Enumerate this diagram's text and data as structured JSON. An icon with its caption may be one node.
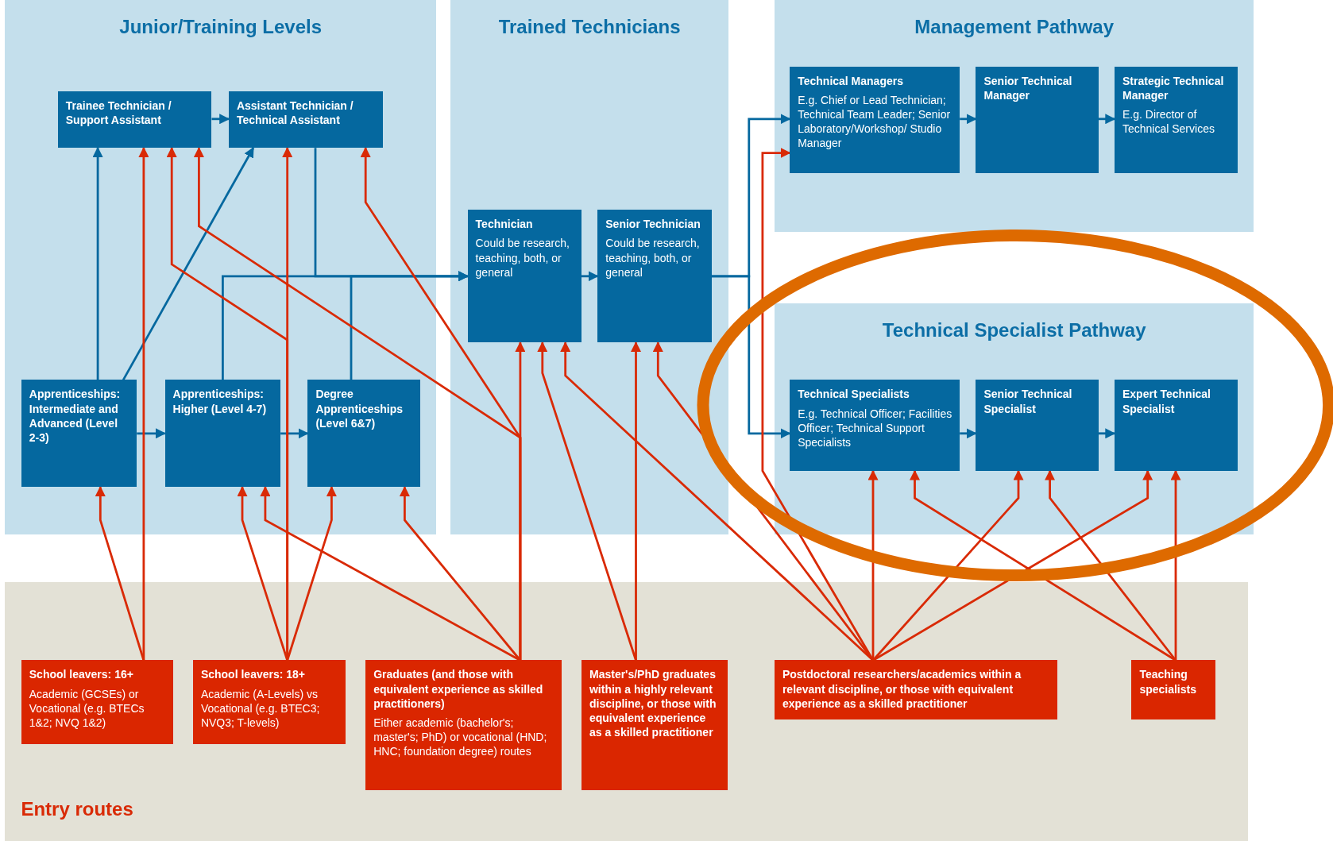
{
  "diagram": {
    "nodes": [
      {
        "text": [
          "Junior/Training Levels"
        ]
      },
      {
        "text": [
          "Trainee Technician / Support Assistant"
        ],
        "in": 0
      },
      {
        "text": [
          "Assistant Technician / Technical Assistant"
        ],
        "in": 0
      },
      {
        "text": [
          "Apprenticeships: Intermediate and Advanced (Level 2-3)"
        ],
        "in": 0
      },
      {
        "text": [
          "Apprenticeships: Higher (Level 4-7)"
        ],
        "in": 0
      },
      {
        "text": [
          "Degree Apprenticeships (Level 6&7)"
        ],
        "in": 0
      },
      {
        "text": [
          "Trained Technicians"
        ]
      },
      {
        "text": [
          "Technician",
          "Could be research, teaching, both, or general"
        ],
        "in": 6
      },
      {
        "text": [
          "Senior Technician",
          "Could be research, teaching, both, or general"
        ],
        "in": 6
      },
      {
        "text": [
          "Management Pathway"
        ]
      },
      {
        "text": [
          "Technical Managers",
          "E.g. Chief or Lead Technician; Technical Team Leader; Senior Laboratory/Workshop/ Studio Manager"
        ],
        "in": 9
      },
      {
        "text": [
          "Senior Technical Manager"
        ],
        "in": 9
      },
      {
        "text": [
          "Strategic Technical Manager",
          "E.g. Director of Technical Services"
        ],
        "in": 9
      },
      {
        "text": [
          "Technical Specialist Pathway"
        ]
      },
      {
        "text": [
          "Technical Specialists",
          "E.g. Technical Officer; Facilities Officer; Technical Support Specialists"
        ],
        "in": 13
      },
      {
        "text": [
          "Senior Technical Specialist"
        ],
        "in": 13
      },
      {
        "text": [
          "Expert Technical Specialist"
        ],
        "in": 13
      },
      {
        "text": [
          "Entry routes"
        ]
      },
      {
        "text": [
          "School leavers: 16+",
          "Academic (GCSEs) or Vocational (e.g. BTECs 1&2; NVQ 1&2)"
        ],
        "in": 17
      },
      {
        "text": [
          "School leavers: 18+",
          "Academic (A-Levels) vs Vocational (e.g. BTEC3; NVQ3; T-levels)"
        ],
        "in": 17
      },
      {
        "text": [
          "Graduates (and those with equivalent experience as skilled practitioners)",
          "Either academic (bachelor's; master's; PhD) or vocational (HND; HNC; foundation degree) routes"
        ],
        "in": 17
      },
      {
        "text": [
          "Master's/PhD graduates within a highly relevant discipline, or those with equivalent experience as a skilled practitioner"
        ],
        "in": 17
      },
      {
        "text": [
          "Postdoctoral researchers/academics within a relevant discipline, or those with equivalent experience as a skilled practitioner"
        ],
        "in": 17
      },
      {
        "text": [
          "Teaching specialists"
        ],
        "in": 17
      }
    ],
    "edges": [
      {
        "from": 1,
        "to": 2,
        "arrow": "to",
        "color": "#05689f"
      },
      {
        "from": 3,
        "to": 1,
        "arrow": "to",
        "color": "#05689f"
      },
      {
        "from": 3,
        "to": 2,
        "arrow": "to",
        "color": "#05689f"
      },
      {
        "from": 3,
        "to": 4,
        "arrow": "to",
        "color": "#05689f"
      },
      {
        "from": 4,
        "to": 5,
        "arrow": "to",
        "color": "#05689f"
      },
      {
        "from": 4,
        "to": 7,
        "arrow": "to",
        "color": "#05689f"
      },
      {
        "from": 2,
        "to": 7,
        "arrow": "to",
        "color": "#05689f"
      },
      {
        "from": 5,
        "to": 7,
        "arrow": "to",
        "color": "#05689f"
      },
      {
        "from": 7,
        "to": 8,
        "arrow": "to",
        "color": "#05689f"
      },
      {
        "from": 8,
        "to": 10,
        "arrow": "to",
        "color": "#05689f"
      },
      {
        "from": 8,
        "to": 14,
        "arrow": "to",
        "color": "#05689f"
      },
      {
        "from": 10,
        "to": 11,
        "arrow": "to",
        "color": "#05689f"
      },
      {
        "from": 11,
        "to": 12,
        "arrow": "to",
        "color": "#05689f"
      },
      {
        "from": 14,
        "to": 15,
        "arrow": "to",
        "color": "#05689f"
      },
      {
        "from": 15,
        "to": 16,
        "arrow": "to",
        "color": "#05689f"
      },
      {
        "from": 18,
        "to": 3,
        "arrow": "to"
      },
      {
        "from": 18,
        "to": 1,
        "arrow": "to"
      },
      {
        "from": 19,
        "to": 1,
        "arrow": "to"
      },
      {
        "from": 19,
        "to": 2,
        "arrow": "to"
      },
      {
        "from": 19,
        "to": 4,
        "arrow": "to"
      },
      {
        "from": 19,
        "to": 5,
        "arrow": "to"
      },
      {
        "from": 20,
        "to": 1,
        "arrow": "to"
      },
      {
        "from": 20,
        "to": 2,
        "arrow": "to"
      },
      {
        "from": 20,
        "to": 4,
        "arrow": "to"
      },
      {
        "from": 20,
        "to": 5,
        "arrow": "to"
      },
      {
        "from": 20,
        "to": 7,
        "arrow": "to"
      },
      {
        "from": 21,
        "to": 7,
        "arrow": "to"
      },
      {
        "from": 21,
        "to": 8,
        "arrow": "to"
      },
      {
        "from": 22,
        "to": 7,
        "arrow": "to"
      },
      {
        "from": 22,
        "to": 8,
        "arrow": "to"
      },
      {
        "from": 22,
        "to": 10,
        "arrow": "to"
      },
      {
        "from": 22,
        "to": 14,
        "arrow": "to"
      },
      {
        "from": 22,
        "to": 15,
        "arrow": "to"
      },
      {
        "from": 22,
        "to": 16,
        "arrow": "to"
      },
      {
        "from": 23,
        "to": 14,
        "arrow": "to"
      },
      {
        "from": 23,
        "to": 15,
        "arrow": "to"
      },
      {
        "from": 23,
        "to": 16,
        "arrow": "to"
      }
    ]
  }
}
